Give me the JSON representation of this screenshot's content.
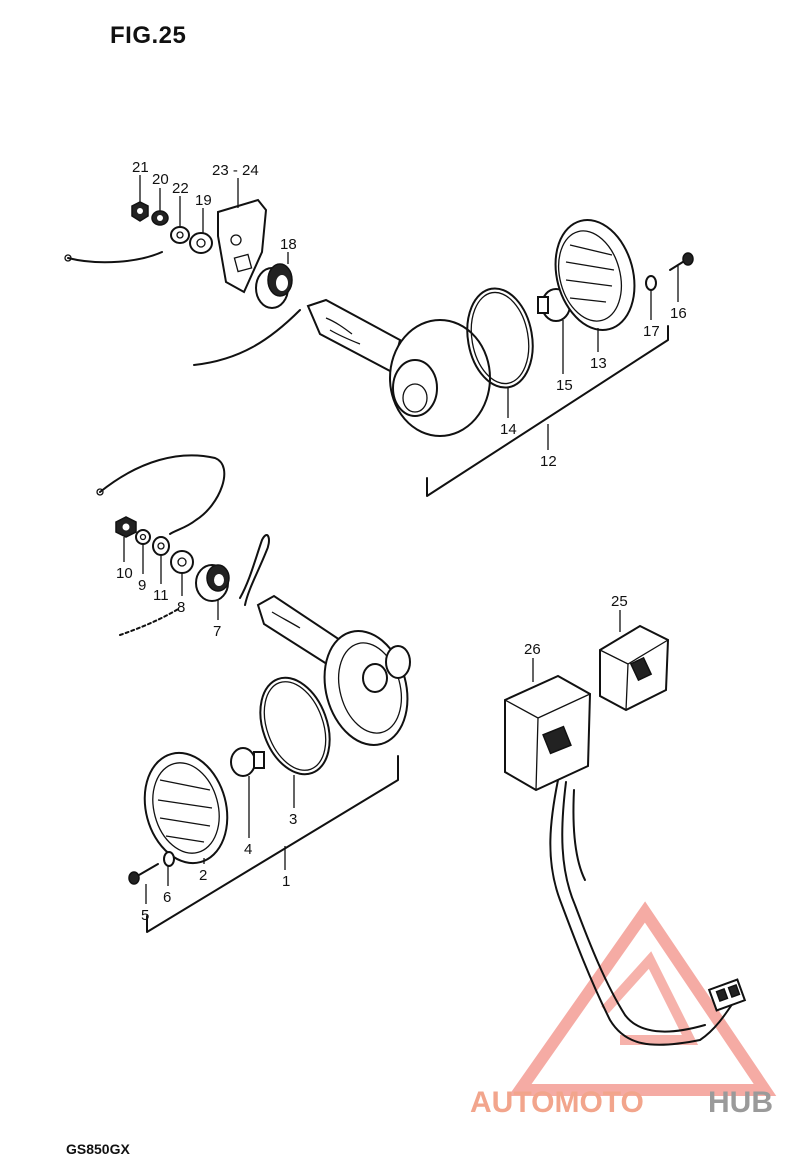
{
  "figure": {
    "title": "FIG.25",
    "model": "GS850GX"
  },
  "callouts": [
    {
      "id": "21",
      "text": "21"
    },
    {
      "id": "20",
      "text": "20"
    },
    {
      "id": "22",
      "text": "22"
    },
    {
      "id": "19",
      "text": "19"
    },
    {
      "id": "23-24",
      "text": "23 - 24"
    },
    {
      "id": "18",
      "text": "18"
    },
    {
      "id": "17",
      "text": "17"
    },
    {
      "id": "16",
      "text": "16"
    },
    {
      "id": "13",
      "text": "13"
    },
    {
      "id": "15",
      "text": "15"
    },
    {
      "id": "14",
      "text": "14"
    },
    {
      "id": "12",
      "text": "12"
    },
    {
      "id": "10",
      "text": "10"
    },
    {
      "id": "9",
      "text": "9"
    },
    {
      "id": "11",
      "text": "11"
    },
    {
      "id": "8",
      "text": "8"
    },
    {
      "id": "7",
      "text": "7"
    },
    {
      "id": "25",
      "text": "25"
    },
    {
      "id": "26",
      "text": "26"
    },
    {
      "id": "3",
      "text": "3"
    },
    {
      "id": "4",
      "text": "4"
    },
    {
      "id": "2",
      "text": "2"
    },
    {
      "id": "1",
      "text": "1"
    },
    {
      "id": "5",
      "text": "5"
    },
    {
      "id": "6",
      "text": "6"
    }
  ],
  "watermark": {
    "part1": "AUTOMOTO",
    "part2": "HUB",
    "color_primary": "#f2a58c",
    "color_secondary": "#9a9a9a",
    "color_triangle": "#e94b3c"
  }
}
